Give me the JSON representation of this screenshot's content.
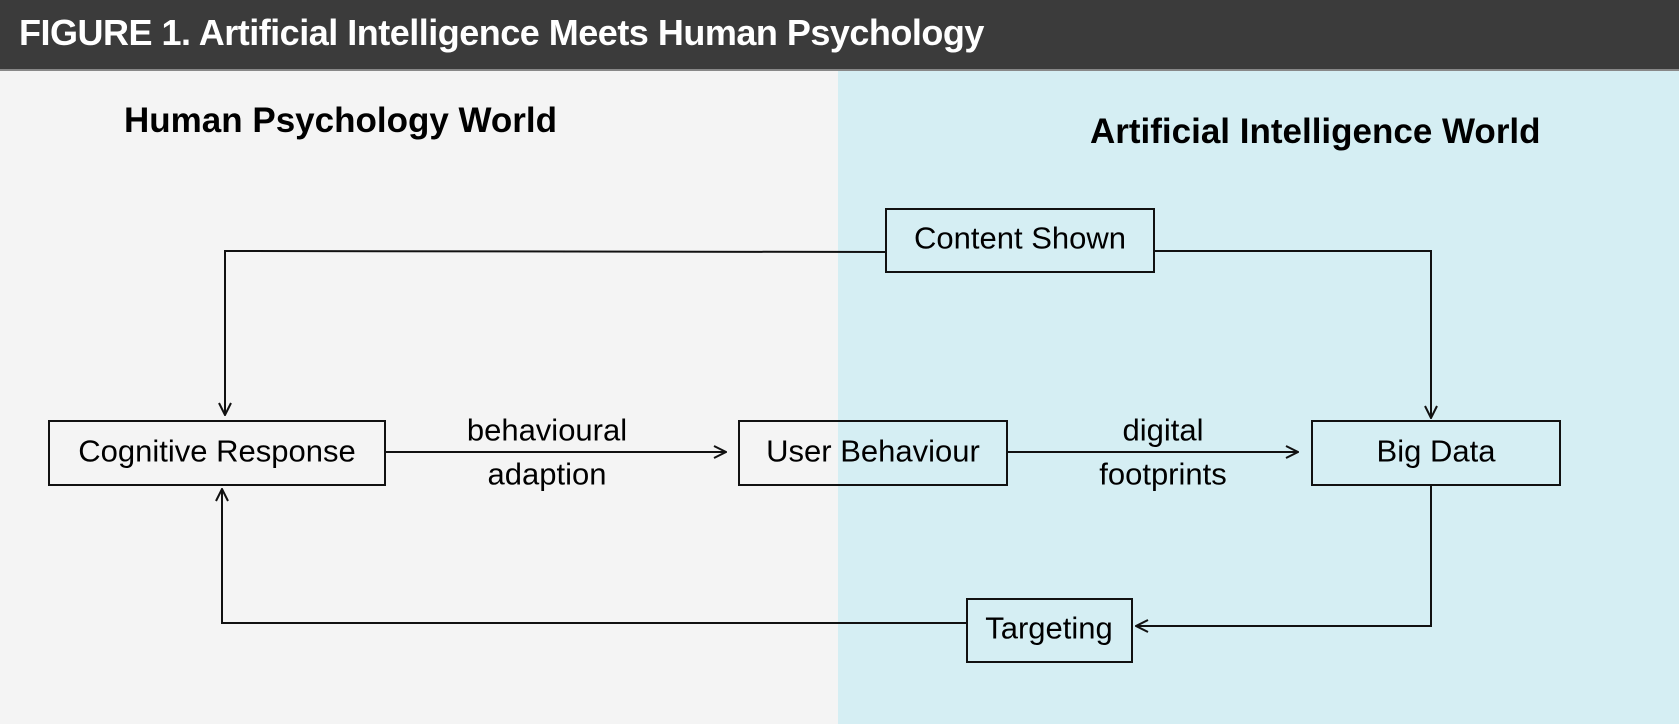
{
  "header": {
    "title": "FIGURE 1. Artificial Intelligence Meets Human Psychology"
  },
  "regions": {
    "left": "Human Psychology World",
    "right": "Artificial Intelligence World"
  },
  "nodes": {
    "content_shown": "Content Shown",
    "cognitive_response": "Cognitive Response",
    "user_behaviour": "User Behaviour",
    "big_data": "Big Data",
    "targeting": "Targeting"
  },
  "edges": {
    "behavioural_1": "behavioural",
    "behavioural_2": "adaption",
    "digital_1": "digital",
    "digital_2": "footprints"
  },
  "colors": {
    "header": "#3b3b3b",
    "human_bg": "#f4f4f4",
    "ai_bg": "#d5eef3"
  }
}
